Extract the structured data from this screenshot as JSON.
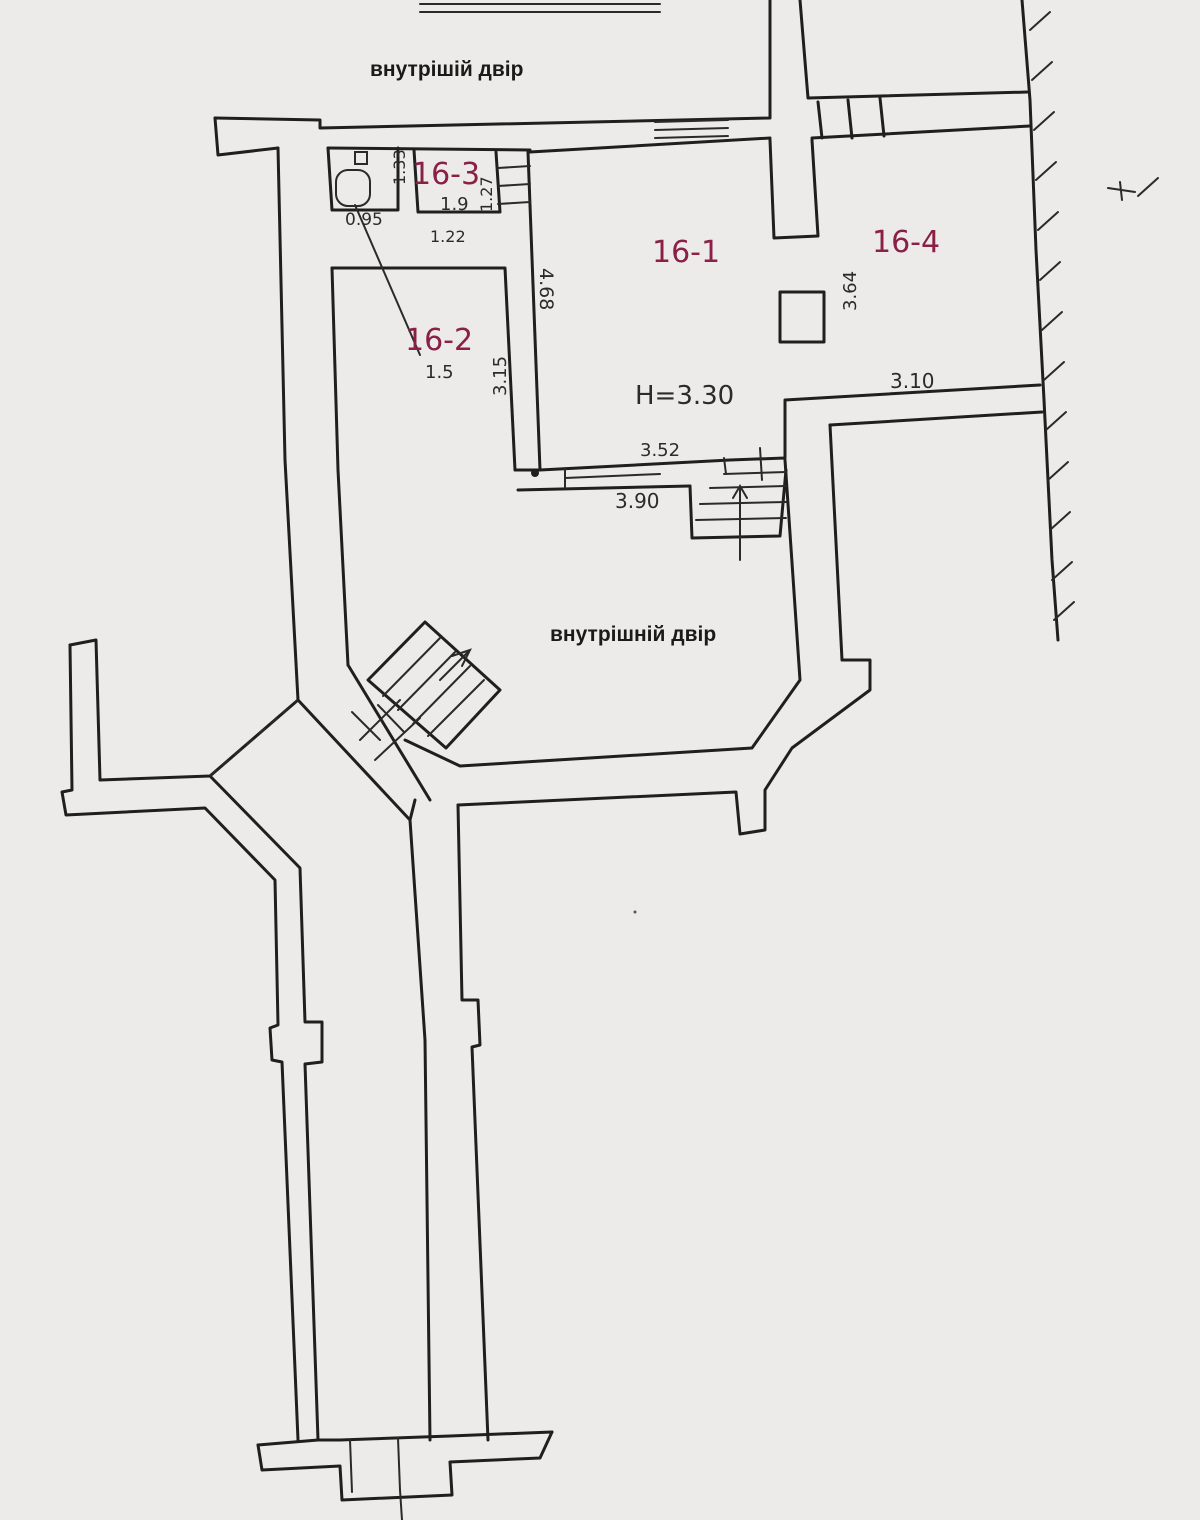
{
  "labels": {
    "courtyard_top": "внутрішій двір",
    "courtyard_center": "внутрішній двір"
  },
  "rooms": {
    "r1": "16-1",
    "r2": "16-2",
    "r3": "16-3",
    "r4": "16-4"
  },
  "dimensions": {
    "d_133": "1.33",
    "d_095": "0.95",
    "d_19": "1.9",
    "d_122": "1.22",
    "d_127": "1.27",
    "d_468": "4.68",
    "d_364": "3.64",
    "d_15": "1.5",
    "d_315": "3.15",
    "height": "H=3.30",
    "d_310": "3.10",
    "d_352": "3.52",
    "d_390": "3.90"
  },
  "colors": {
    "paper": "#ecebe9",
    "ink": "#1f1f1f",
    "room_label": "#8a2048"
  }
}
